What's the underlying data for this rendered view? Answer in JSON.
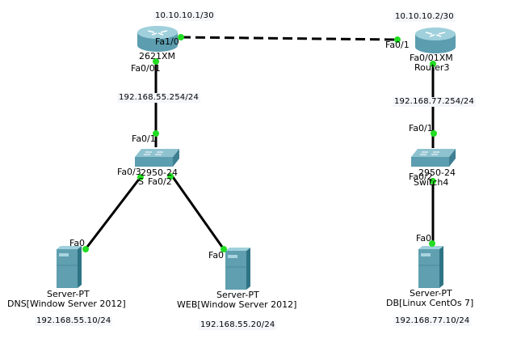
{
  "devices": {
    "router_left": {
      "model": "2621XM",
      "name": "",
      "ip": "10.10.10.1/30"
    },
    "router_right": {
      "model": "Fa0/01XM",
      "name": "Router3",
      "ip": "10.10.10.2/30"
    },
    "switch_left": {
      "model": "2950-24",
      "name": "S"
    },
    "switch_right": {
      "model": "2950-24",
      "name": "Switch4"
    },
    "server_dns": {
      "type": "Server-PT",
      "name": "DNS[Window Server 2012]",
      "ip": "192.168.55.10/24"
    },
    "server_web": {
      "type": "Server-PT",
      "name": "WEB[Window Server 2012]",
      "ip": "192.168.55.20/24"
    },
    "server_db": {
      "type": "Server-PT",
      "name": "DB[Linux CentOs 7]",
      "ip": "192.168.77.10/24"
    }
  },
  "ports": {
    "rl_fa10": "Fa1/0",
    "rl_fa001": "Fa0/01",
    "rr_fa01": "Fa0/1",
    "sl_fa01": "Fa0/1",
    "sl_fa03": "Fa0/3",
    "sl_fa02": "Fa0/2",
    "sr_fa01": "Fa0/1",
    "sr_fa02": "Fa0/2",
    "dns_fa0": "Fa0",
    "web_fa0": "Fa0",
    "db_fa0": "Fa0"
  },
  "subnets": {
    "left_lan": "192.168.55.254/24",
    "right_lan": "192.168.77.254/24"
  },
  "colors": {
    "link": "#000000",
    "port_up": "#22dd22",
    "device_body": "#5f9fb0"
  }
}
